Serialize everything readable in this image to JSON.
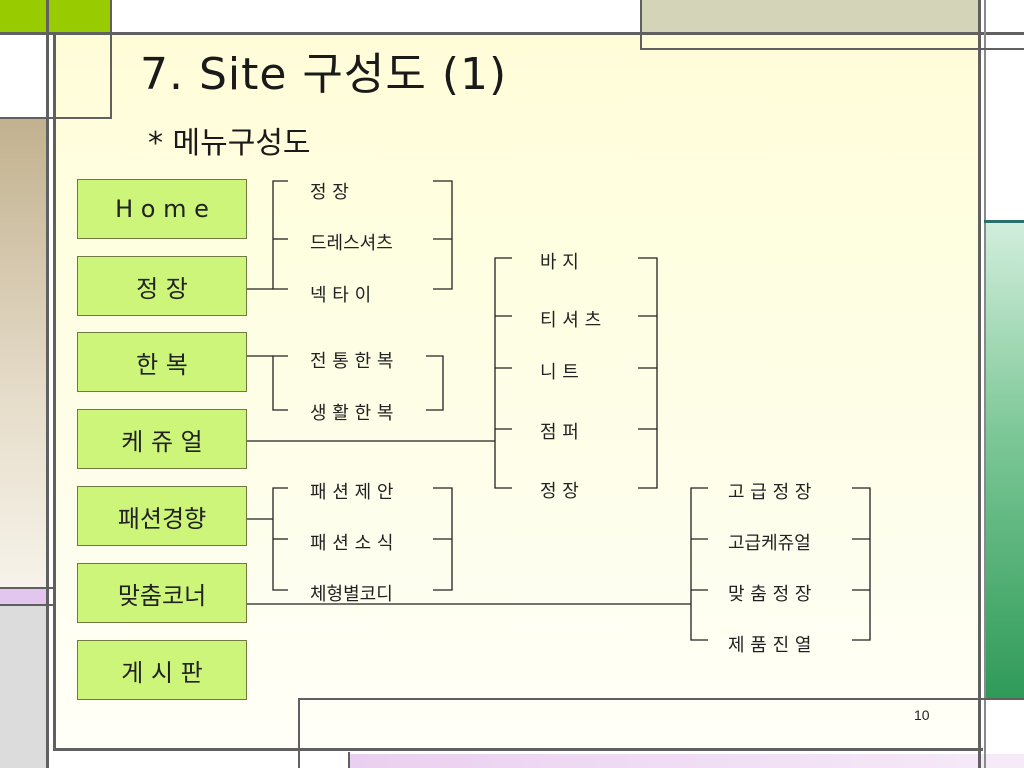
{
  "title": "7. Site 구성도 (1)",
  "subtitle": "*  메뉴구성도",
  "page_number": "10",
  "menu": [
    {
      "label": "H o m e"
    },
    {
      "label": "정      장"
    },
    {
      "label": "한      복"
    },
    {
      "label": "케  쥬  얼"
    },
    {
      "label": "패션경향"
    },
    {
      "label": "맞춤코너"
    },
    {
      "label": "게  시  판"
    }
  ],
  "groups": {
    "suit": [
      "정          장",
      "드레스셔츠",
      "넥  타  이"
    ],
    "hanbok": [
      "전 통 한 복",
      "생 활 한 복"
    ],
    "casual": [
      "바      지",
      "티 셔 츠",
      "니      트",
      "점      퍼",
      "정      장"
    ],
    "fashion": [
      "패 션 제 안",
      "패 션 소 식",
      "체형별코디"
    ],
    "custom": [
      "고 급 정 장",
      "고급케쥬얼",
      "맞 춤 정 장",
      "제 품 진 열"
    ]
  },
  "colors": {
    "menu_box": "#ccf57a",
    "lime": "#99cc00",
    "olive_gray": "#d4d4b8",
    "tan": "#c4b496",
    "lavender": "#e2c6ee",
    "teal_green": "#4aa970"
  }
}
